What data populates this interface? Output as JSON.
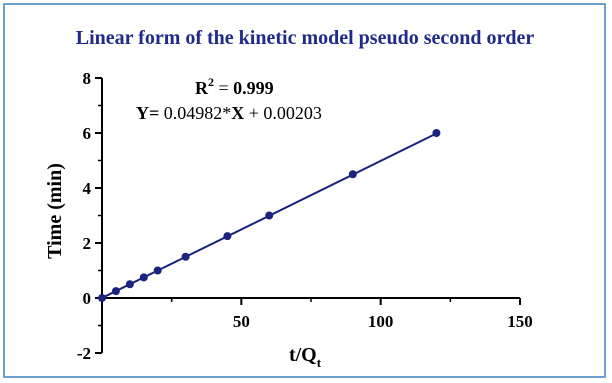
{
  "chart_data": {
    "type": "scatter",
    "title": "Linear form of the kinetic model pseudo second order",
    "xlabel_main": "t/Q",
    "xlabel_sub": "t",
    "ylabel": "Time (min)",
    "xlim": [
      0,
      150
    ],
    "ylim": [
      -2,
      8
    ],
    "x_ticks": [
      50,
      100,
      150
    ],
    "y_ticks": [
      -2,
      0,
      2,
      4,
      6,
      8
    ],
    "points": [
      {
        "x": 0,
        "y": 0
      },
      {
        "x": 5,
        "y": 0.25
      },
      {
        "x": 10,
        "y": 0.5
      },
      {
        "x": 15,
        "y": 0.75
      },
      {
        "x": 20,
        "y": 1.0
      },
      {
        "x": 30,
        "y": 1.5
      },
      {
        "x": 45,
        "y": 2.25
      },
      {
        "x": 60,
        "y": 3.0
      },
      {
        "x": 90,
        "y": 4.5
      },
      {
        "x": 120,
        "y": 6.0
      }
    ],
    "fit": {
      "slope": 0.04982,
      "intercept": 0.00203,
      "x_range": [
        0,
        120
      ]
    },
    "annotation": {
      "r2_label": "R",
      "r2_sup": "2",
      "r2_eq": " = ",
      "r2_value": "0.999",
      "equation_prefix": "Y= ",
      "equation_mid": "0.04982*",
      "equation_x": "X",
      "equation_suffix": " + 0.00203"
    },
    "colors": {
      "title": "#1f2a8a",
      "series": "#1a237e",
      "axis": "#000000",
      "frame": "#6e9fcf"
    },
    "grid": false,
    "legend": "none"
  }
}
